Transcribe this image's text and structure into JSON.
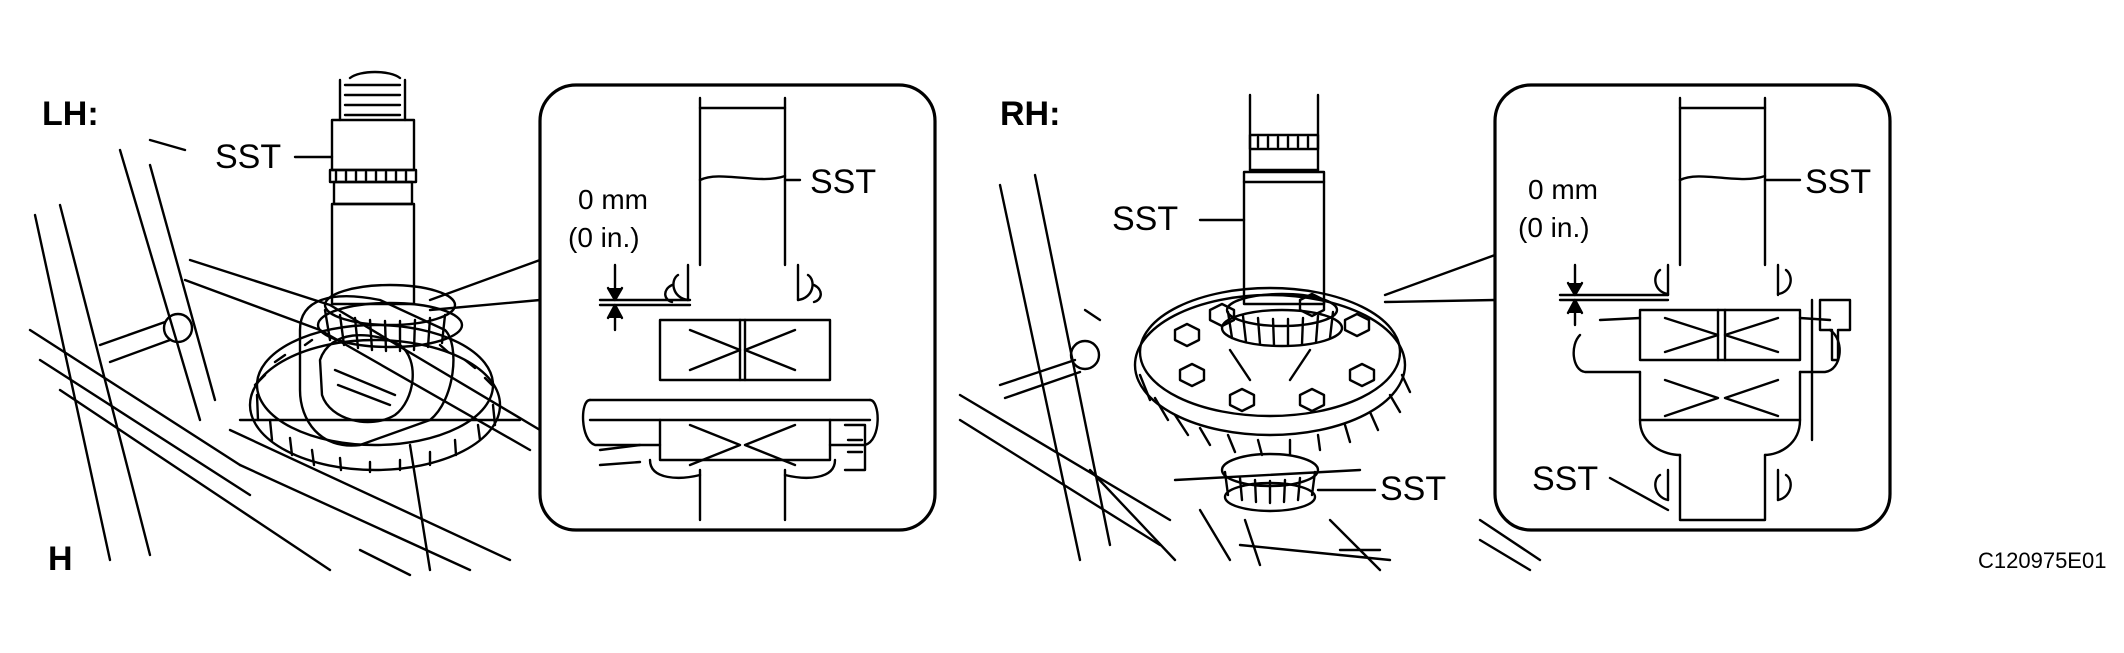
{
  "figure_code": "C120975E01",
  "corner_mark": "H",
  "panels": {
    "left": {
      "title": "LH:",
      "sst_main": "SST",
      "inset": {
        "sst": "SST",
        "dim_mm": "0 mm",
        "dim_in": "(0 in.)"
      }
    },
    "right": {
      "title": "RH:",
      "sst_main": "SST",
      "sst_bottom": "SST",
      "inset": {
        "sst_top": "SST",
        "sst_bottom": "SST",
        "dim_mm": "0 mm",
        "dim_in": "(0 in.)"
      }
    }
  },
  "colors": {
    "line": "#000000",
    "background": "#ffffff"
  }
}
